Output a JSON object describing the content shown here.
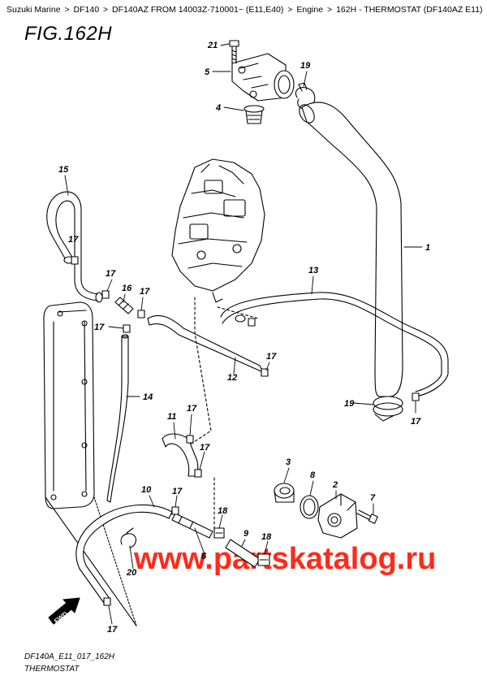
{
  "breadcrumb": [
    "Suzuki Marine",
    "DF140",
    "DF140AZ FROM 14003Z-710001~ (E11,E40)",
    "Engine",
    "162H - THERMOSTAT (DF140AZ E11)"
  ],
  "breadcrumb_sep": ">",
  "figure_title": "FIG.162H",
  "fwd_label": "FWD",
  "watermark": "www.partskatalog.ru",
  "footer": {
    "code": "DF140A_E11_017_162H",
    "name": "THERMOSTAT"
  },
  "callouts": [
    "21",
    "5",
    "19",
    "4",
    "1",
    "15",
    "17",
    "13",
    "17",
    "16",
    "17",
    "17",
    "12",
    "17",
    "14",
    "19",
    "17",
    "11",
    "17",
    "17",
    "3",
    "8",
    "2",
    "7",
    "10",
    "17",
    "18",
    "9",
    "18",
    "6",
    "20",
    "17"
  ]
}
